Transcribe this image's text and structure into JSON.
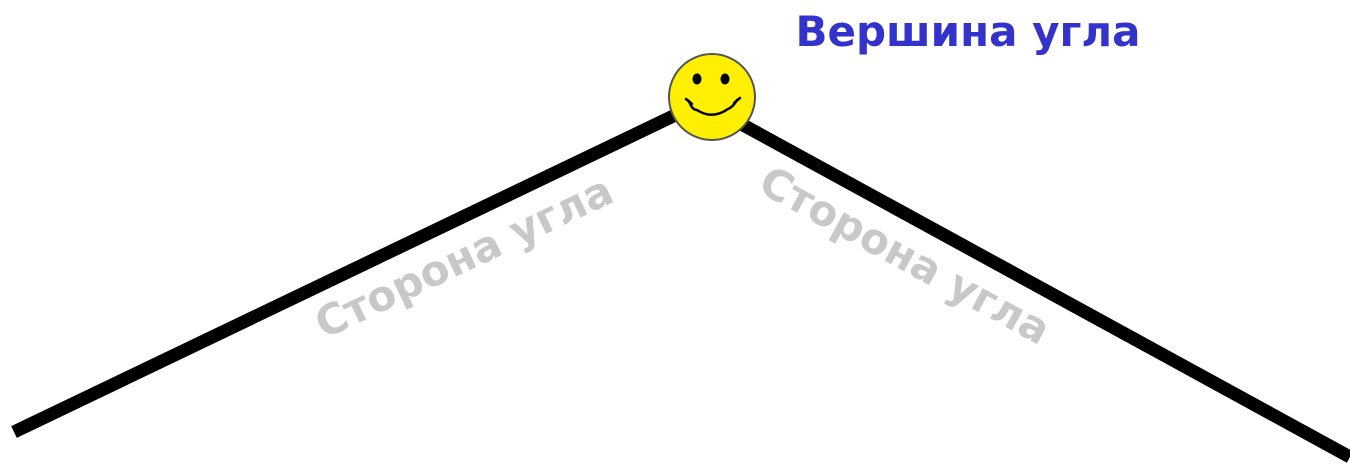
{
  "vertex_label": "Вершина угла",
  "side_left_label": "Сторона угла",
  "side_right_label": "Сторона угла",
  "vertex_marker_icon": "smiley-face-icon",
  "colors": {
    "background": "#ffffff",
    "vertex_label": "#3333cc",
    "side_label": "#c8c8c8",
    "ray": "#000000",
    "smiley_fill": "#ffef00",
    "smiley_outline": "#555555",
    "smiley_features": "#000000"
  }
}
